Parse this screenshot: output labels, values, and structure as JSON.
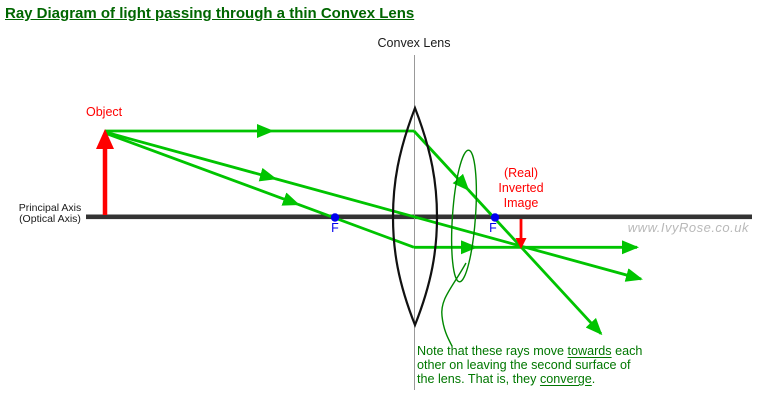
{
  "diagram": {
    "title": "Ray Diagram of light passing through a thin Convex Lens",
    "lens_label": "Convex Lens",
    "object_label": "Object",
    "axis_label_line1": "Principal Axis",
    "axis_label_line2": "(Optical Axis)",
    "focal_point_left": "F",
    "focal_point_right": "F",
    "image_label_line1": "(Real)",
    "image_label_line2": "Inverted",
    "image_label_line3": "Image",
    "watermark": "www.IvyRose.co.uk",
    "note_line1_pre": "Note that these rays move ",
    "note_line1_underlined": "towards",
    "note_line1_post": " each",
    "note_line2": "other on leaving the second surface of",
    "note_line3_pre": "the lens. That is, they ",
    "note_line3_underlined": "converge",
    "note_line3_post": "."
  },
  "colors": {
    "title-green": "#006600",
    "ray-green": "#00c400",
    "note-green": "#007700",
    "annotation-green": "#008800",
    "label-red": "#ff0000",
    "focal-blue": "#0000ee",
    "axis-dark": "#333333",
    "lens-black": "#111111",
    "watermark-gray": "#b9b9b9",
    "centerline-gray": "#999999"
  }
}
